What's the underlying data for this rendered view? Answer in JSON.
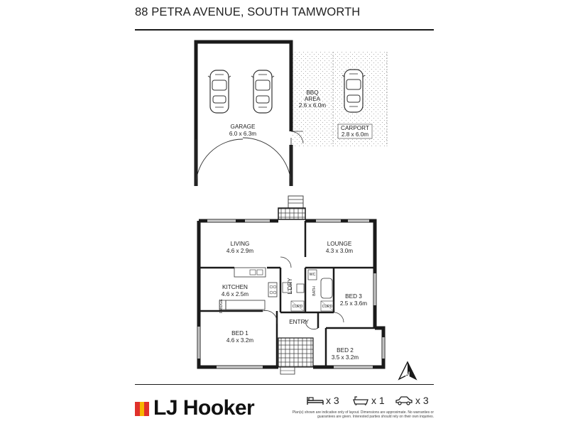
{
  "address": "88 PETRA AVENUE, SOUTH TAMWORTH",
  "rooms": {
    "garage": {
      "name": "GARAGE",
      "size": "6.0 x 6.3m"
    },
    "bbq": {
      "line1": "BBQ",
      "line2": "AREA",
      "size": "2.6 x 6.0m"
    },
    "carport": {
      "name": "CARPORT",
      "size": "2.8 x 6.0m"
    },
    "living": {
      "name": "LIVING",
      "size": "4.6 x 2.9m"
    },
    "lounge": {
      "name": "LOUNGE",
      "size": "4.3 x 3.0m"
    },
    "kitchen": {
      "name": "KITCHEN",
      "size": "4.6 x 2.5m"
    },
    "laundry": {
      "name": "L'DRY"
    },
    "bath": {
      "name": "BATH"
    },
    "bed3": {
      "name": "BED 3",
      "size": "2.5 x 3.6m"
    },
    "bed1": {
      "name": "BED 1",
      "size": "4.6 x 3.2m"
    },
    "bed2": {
      "name": "BED 2",
      "size": "3.5 x 3.2m"
    },
    "entry": {
      "name": "ENTRY"
    },
    "cupd": "CUPD",
    "wc": "WC",
    "fridge": "FRIDGE",
    "compass": "N"
  },
  "footer": {
    "brand": "LJ Hooker",
    "brand_colors": [
      "#e0312b",
      "#f7b500",
      "#e0312b"
    ],
    "bedrooms": "x 3",
    "bathrooms": "x 1",
    "cars": "x 3",
    "disclaimer": "Plan(s) shown are indicative only of layout. Dimensions are approximate. No warranties or guarantees are given. Interested parties should rely on their own inquiries."
  }
}
